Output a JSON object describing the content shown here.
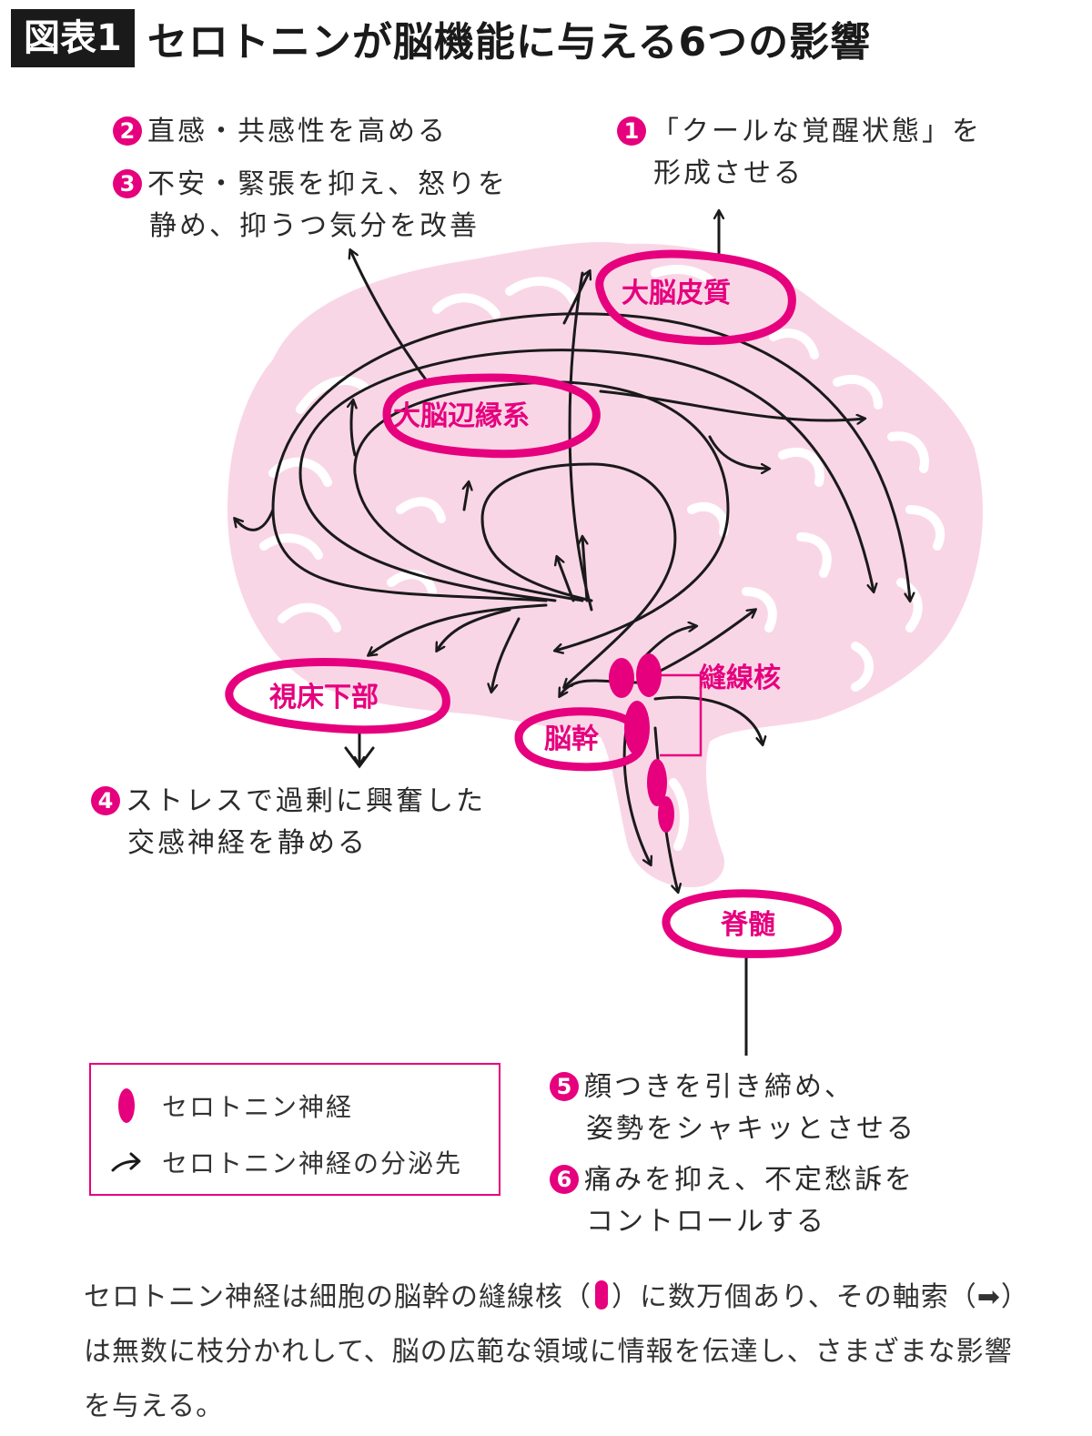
{
  "header": {
    "figure_label": "図表1",
    "title": "セロトニンが脳機能に与える6つの影響"
  },
  "regions": {
    "cortex": "大脳皮質",
    "limbic": "大脳辺縁系",
    "hypothalamus": "視床下部",
    "raphe": "縫線核",
    "brainstem": "脳幹",
    "spinal_cord": "脊髄"
  },
  "effects": [
    {
      "num": "1",
      "line1": "「クールな覚醒状態」を",
      "line2": "形成させる"
    },
    {
      "num": "2",
      "line1": "直感・共感性を高める",
      "line2": ""
    },
    {
      "num": "3",
      "line1": "不安・緊張を抑え、怒りを",
      "line2": "静め、抑うつ気分を改善"
    },
    {
      "num": "4",
      "line1": "ストレスで過剰に興奮した",
      "line2": "交感神経を静める"
    },
    {
      "num": "5",
      "line1": "顔つきを引き締め、",
      "line2": "姿勢をシャキッとさせる"
    },
    {
      "num": "6",
      "line1": "痛みを抑え、不定愁訴を",
      "line2": "コントロールする"
    }
  ],
  "legend": {
    "neuron": "セロトニン神経",
    "projection": "セロトニン神経の分泌先"
  },
  "caption": {
    "part1": "セロトニン神経は細胞の脳幹の縫線核（",
    "part2": "）に数万個あり、その軸索（➡）は無数に枝分かれして、脳の広範な領域に情報を伝達し、さまざまな影響を与える。"
  },
  "colors": {
    "accent": "#e6007e",
    "brain_fill": "#f9d6e6",
    "arrow": "#1a1a1a"
  }
}
